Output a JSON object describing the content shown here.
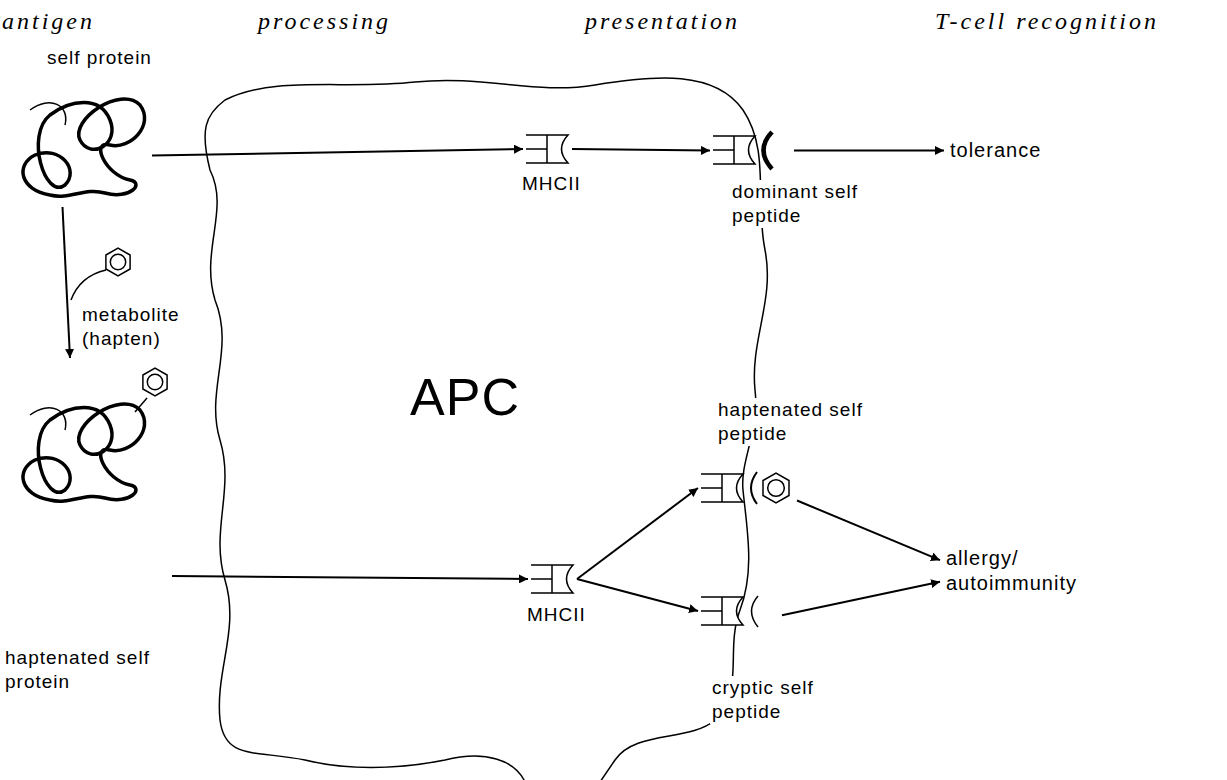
{
  "diagram": {
    "nodes": [
      {
        "text": [
          "APC"
        ]
      },
      {
        "text": [
          "self protein"
        ]
      },
      {
        "text": [
          "MHCII"
        ],
        "in": 0
      },
      {
        "text": [
          "dominant self peptide"
        ]
      },
      {
        "text": [
          "tolerance"
        ]
      },
      {
        "text": [
          "metabolite (hapten)"
        ]
      },
      {
        "text": [
          "haptenated self protein"
        ]
      },
      {
        "text": [
          "MHCII"
        ],
        "in": 0
      },
      {
        "text": [
          "haptenated self peptide"
        ]
      },
      {
        "text": [
          "cryptic self peptide"
        ]
      },
      {
        "text": [
          "allergy/ autoimmunity"
        ]
      }
    ],
    "edges": [
      {
        "from": 1,
        "to": 2,
        "arrow": "to"
      },
      {
        "from": 2,
        "to": 3,
        "arrow": "to"
      },
      {
        "from": 3,
        "to": 4,
        "arrow": "to"
      },
      {
        "from": 1,
        "to": 6,
        "arrow": "to"
      },
      {
        "from": 6,
        "to": 7,
        "arrow": "to"
      },
      {
        "from": 7,
        "to": 8,
        "arrow": "to"
      },
      {
        "from": 7,
        "to": 9,
        "arrow": "to"
      },
      {
        "from": 8,
        "to": 10,
        "arrow": "to"
      },
      {
        "from": 9,
        "to": 10,
        "arrow": "to"
      }
    ],
    "labels": [
      "antigen",
      "processing",
      "presentation",
      "T-cell recognition"
    ]
  }
}
